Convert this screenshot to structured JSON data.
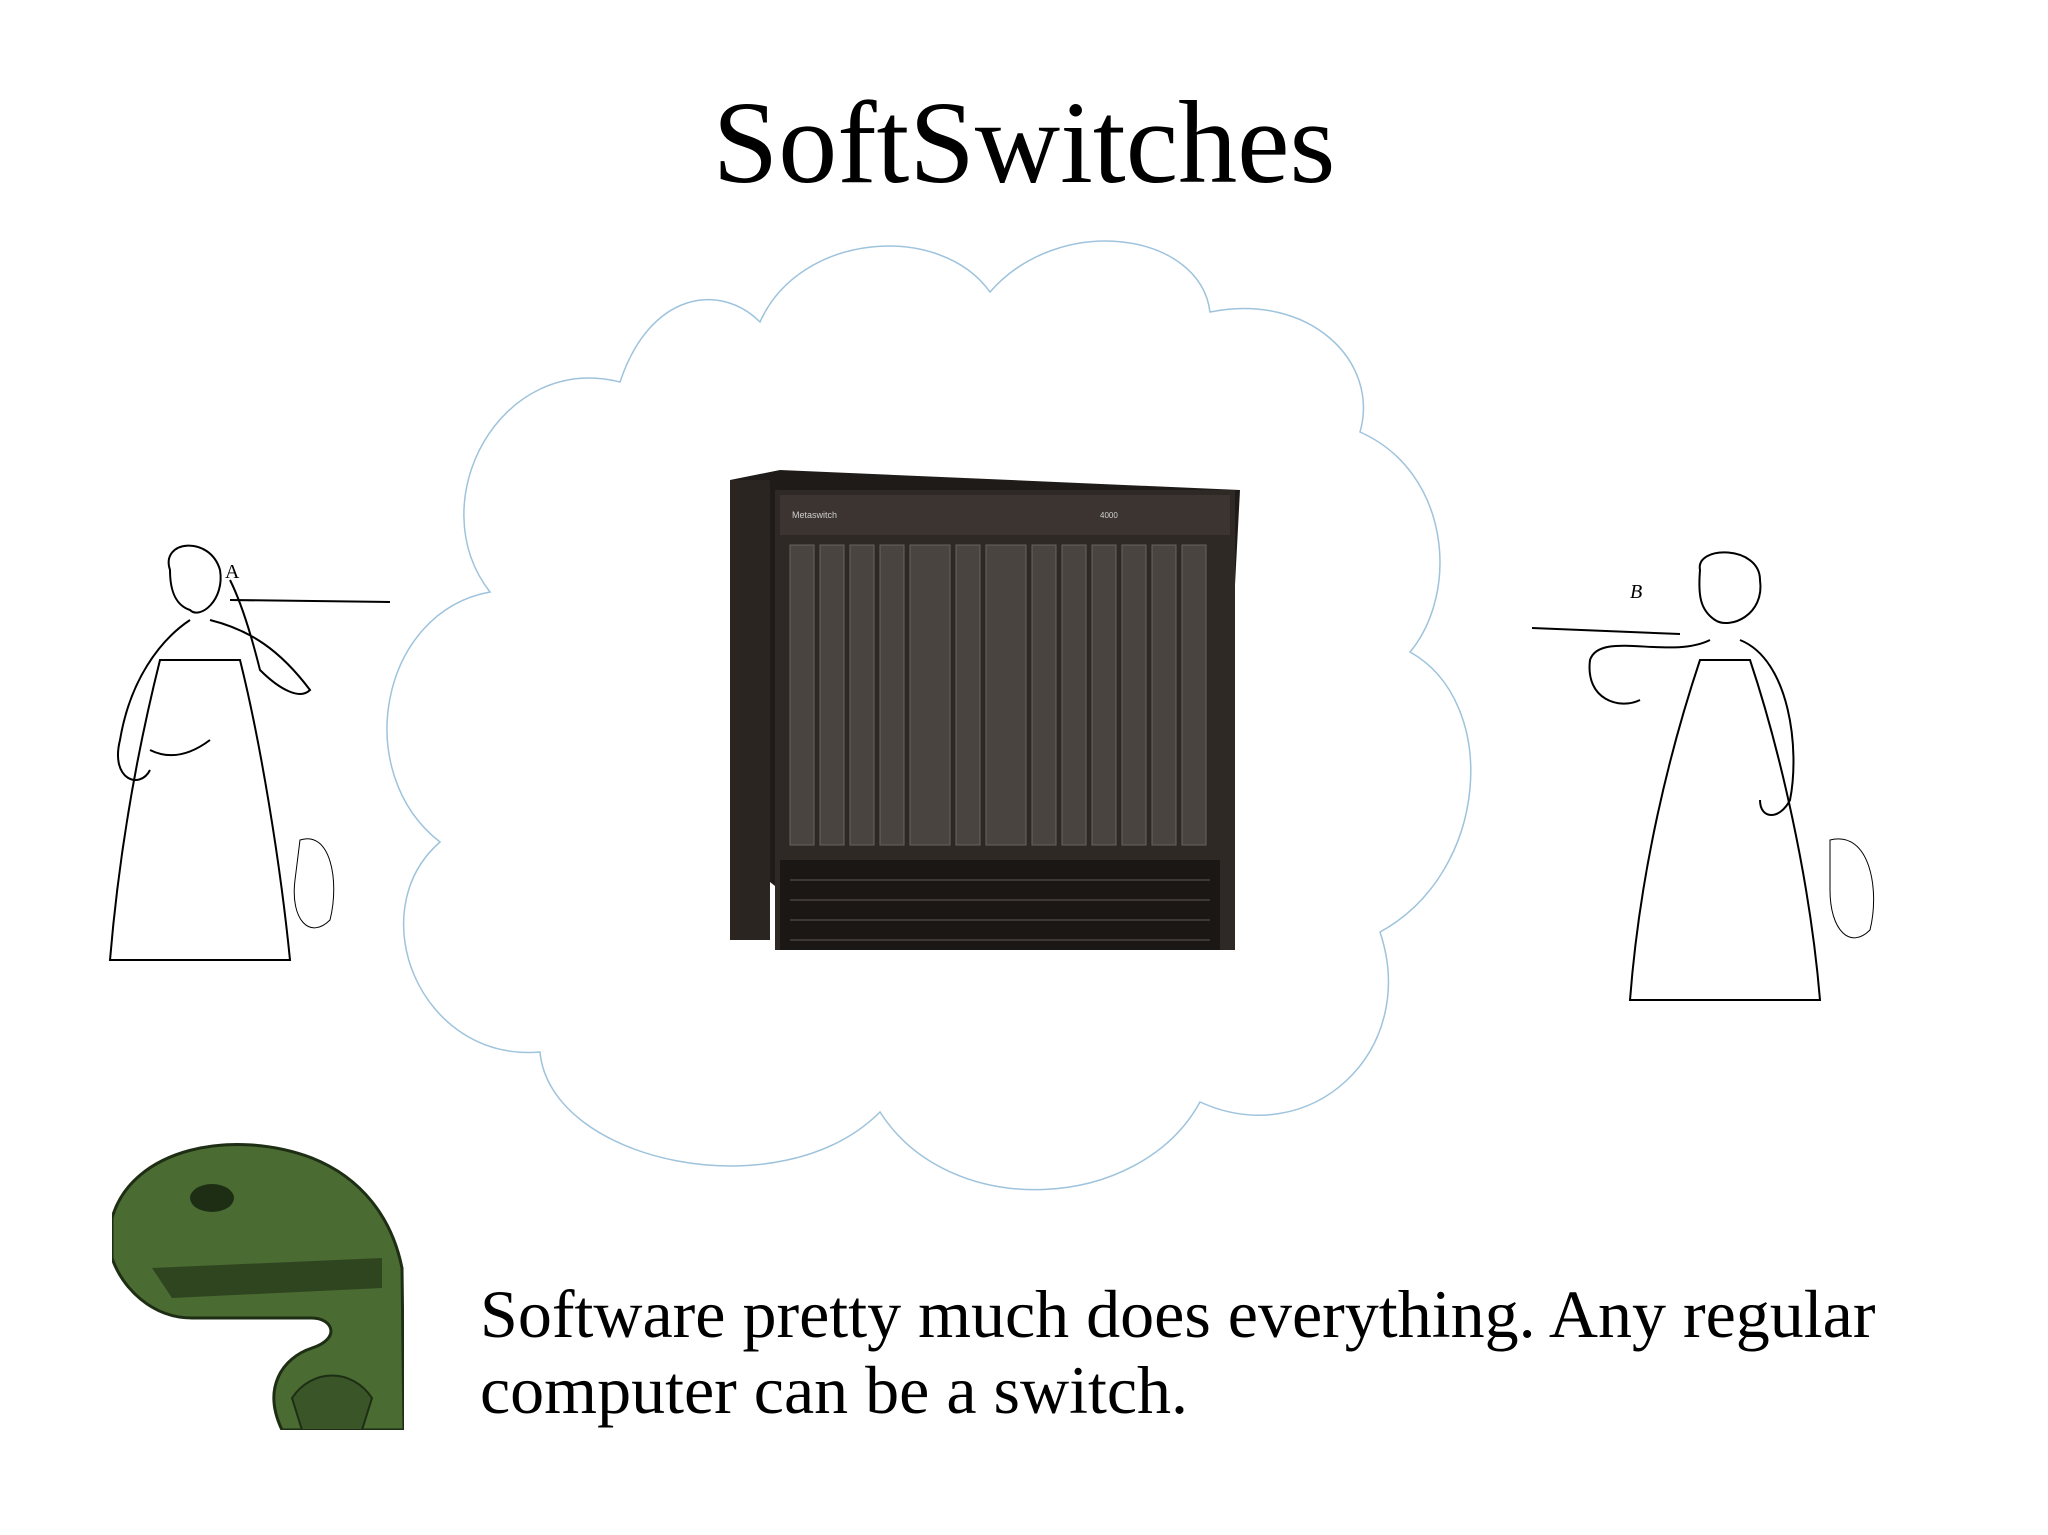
{
  "slide": {
    "title": "SoftSwitches",
    "caption": {
      "line1": "Software pretty much does everything. Any regular",
      "line2": "computer can be a switch."
    },
    "illustrations": {
      "left_label": "A",
      "right_label": "B",
      "switch_brand": "Metaswitch",
      "switch_model": "4000"
    }
  },
  "colors": {
    "cloud_outline": "#9ec3dc",
    "switch_body": "#2b2521",
    "raptor_green": "#4a6b32",
    "text": "#000000"
  }
}
